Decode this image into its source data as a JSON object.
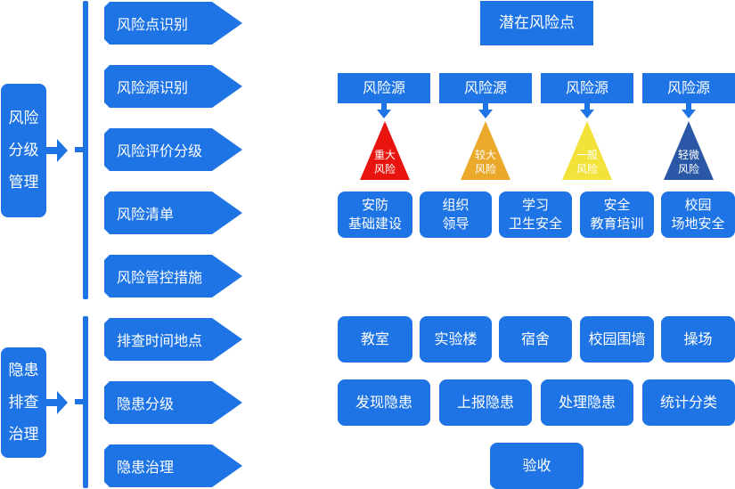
{
  "risk_group": {
    "label": [
      "风险",
      "分级",
      "管理"
    ],
    "steps": [
      "风险点识别",
      "风险源识别",
      "风险评价分级",
      "风险清单",
      "风险管控措施"
    ]
  },
  "hazard_group": {
    "label": [
      "隐患",
      "排查",
      "治理"
    ],
    "steps": [
      "排查时间地点",
      "隐患分级",
      "隐患治理"
    ]
  },
  "potential": "潜在风险点",
  "sources": [
    "风险源",
    "风险源",
    "风险源",
    "风险源"
  ],
  "levels": [
    {
      "line1": "重大",
      "line2": "风险",
      "color": "#e8140e"
    },
    {
      "line1": "较大",
      "line2": "风险",
      "color": "#eaa92a"
    },
    {
      "line1": "一般",
      "line2": "风险",
      "color": "#f2e23a"
    },
    {
      "line1": "轻微",
      "line2": "风险",
      "color": "#2a58a6"
    }
  ],
  "categories": [
    {
      "line1": "安防",
      "line2": "基础建设"
    },
    {
      "line1": "组织",
      "line2": "领导"
    },
    {
      "line1": "学习",
      "line2": "卫生安全"
    },
    {
      "line1": "安全",
      "line2": "教育培训"
    },
    {
      "line1": "校园",
      "line2": "场地安全"
    }
  ],
  "places": [
    "教室",
    "实验楼",
    "宿舍",
    "校园围墙",
    "操场"
  ],
  "actions": [
    "发现隐患",
    "上报隐患",
    "处理隐患",
    "统计分类"
  ],
  "final": "验收"
}
